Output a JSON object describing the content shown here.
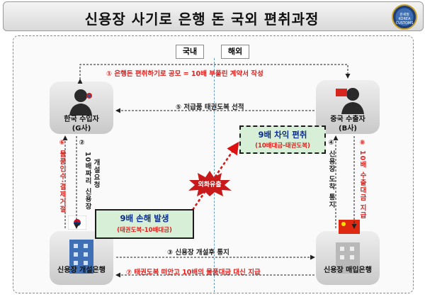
{
  "title": "신용장 사기로 은행  돈 국외 편취과정",
  "emblem": "관세청 KOREA CUSTOMS",
  "regions": {
    "domestic": "국내",
    "overseas": "해외"
  },
  "nodes": {
    "korea_importer": {
      "line1": "한국 수입자",
      "line2": "(G사)"
    },
    "china_exporter": {
      "line1": "중국 수출자",
      "line2": "(B사)"
    },
    "issuing_bank": {
      "label": "신용장 개설은행"
    },
    "purchasing_bank": {
      "label": "신용장 매입은행"
    }
  },
  "steps": {
    "s1": "① 은행돈 편취하기로 공모 = 10배 부풀린 계약서 작성",
    "s2": "② 10배짜리 신용장 개설요청",
    "s3": "③ 신용장 개설후 통지",
    "s4": "④ 신용장 도착 통지",
    "s5": "⑤ 저급품 태권도복 선적",
    "s6": "⑥ 물품인수·결제거절",
    "s7": "⑦ 태권도복 떠안고 10배의 물품대금 대신 지급",
    "s8": "⑧ 10배 수출대금 지급"
  },
  "vertical": {
    "s2_num": "②",
    "s2_col1": "10배짜리 신용장",
    "s2_col2": "개설요청",
    "s4_num": "④",
    "s4_text": "신용장 도착 통지",
    "s6_num": "⑥",
    "s6_text": "물품인수·결제거절",
    "s8_num": "⑧",
    "s8_text": "10배 수출대금 지급"
  },
  "boxes": {
    "loss_title": "9배 손해 발생",
    "loss_sub": "(태권도복-10배대금)",
    "gain_title": "9배 차익 편취",
    "gain_sub": "(10배대금-태권도복)"
  },
  "fx_label": "외화유출",
  "colors": {
    "red": "#e0201c",
    "navy": "#0b2d8a",
    "green_box": "#d6efd6",
    "dash_blue": "#6a9bd1"
  }
}
